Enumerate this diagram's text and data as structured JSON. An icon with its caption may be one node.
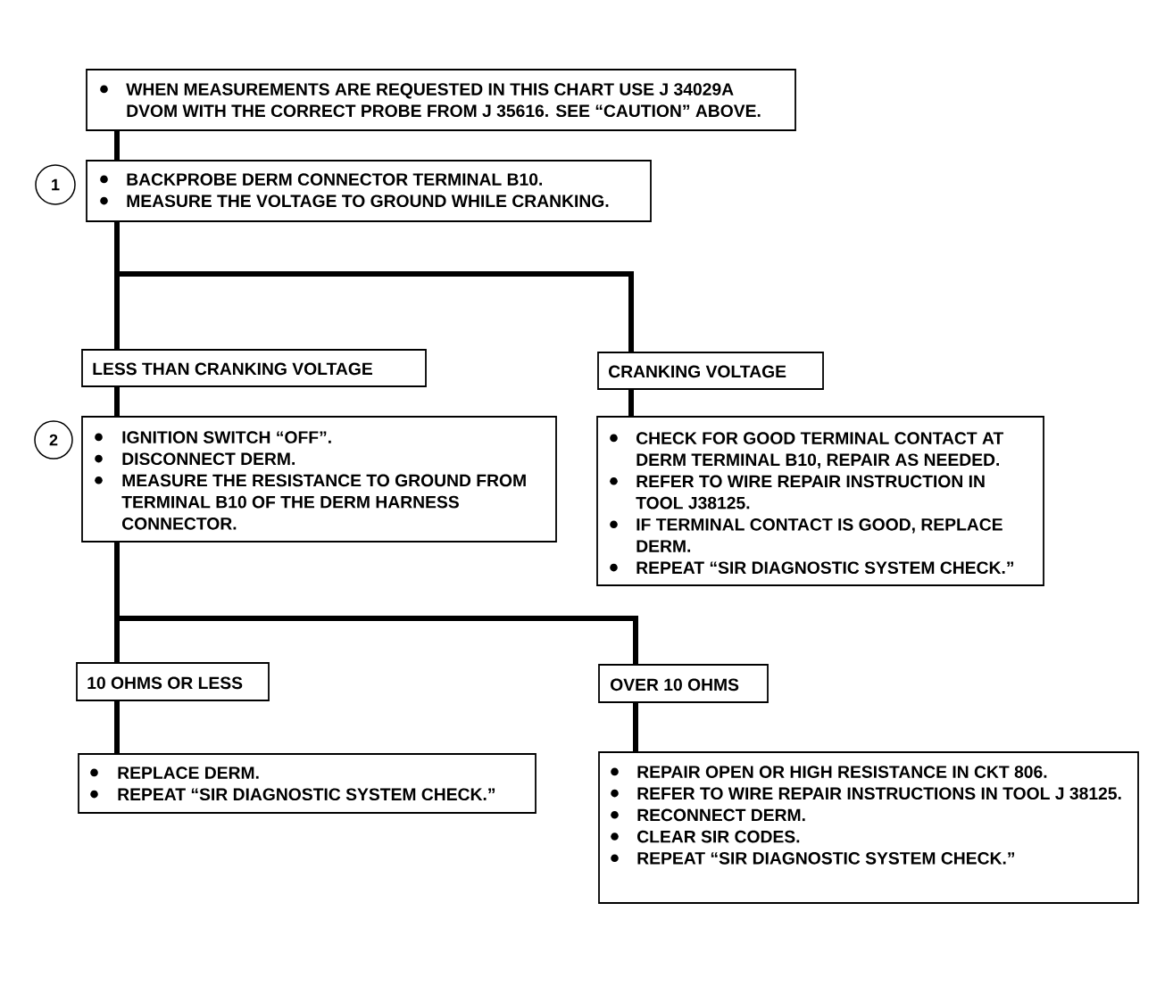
{
  "diagram": {
    "nodes": [
      {
        "text": [
          "WHEN MEASUREMENTS ARE REQUESTED IN THIS CHART USE J 34029A DVOM WITH THE CORRECT PROBE FROM J 35616. SEE “CAUTION” ABOVE."
        ]
      },
      {
        "text": [
          "BACKPROBE DERM CONNECTOR TERMINAL B10.",
          "MEASURE THE VOLTAGE TO GROUND WHILE CRANKING."
        ],
        "beside": [
          "1"
        ]
      },
      {
        "text": [
          "LESS THAN CRANKING VOLTAGE"
        ]
      },
      {
        "text": [
          "CRANKING VOLTAGE"
        ]
      },
      {
        "text": [
          "IGNITION SWITCH “OFF”.",
          "DISCONNECT DERM.",
          "MEASURE THE RESISTANCE TO GROUND FROM TERMINAL B10 OF THE DERM HARNESS CONNECTOR."
        ],
        "beside": [
          "2"
        ]
      },
      {
        "text": [
          "CHECK FOR GOOD TERMINAL CONTACT AT DERM TERMINAL B10, REPAIR AS NEEDED.",
          "REFER TO WIRE REPAIR INSTRUCTION IN TOOL J38125.",
          "IF TERMINAL CONTACT IS GOOD, REPLACE DERM.",
          "REPEAT “SIR DIAGNOSTIC SYSTEM CHECK.”"
        ]
      },
      {
        "text": [
          "10 OHMS OR LESS"
        ]
      },
      {
        "text": [
          "OVER 10 OHMS"
        ]
      },
      {
        "text": [
          "REPLACE DERM.",
          "REPEAT “SIR DIAGNOSTIC SYSTEM CHECK.”"
        ]
      },
      {
        "text": [
          "REPAIR OPEN OR HIGH RESISTANCE IN CKT 806.",
          "REFER TO WIRE REPAIR INSTRUCTIONS IN TOOL J 38125.",
          "RECONNECT DERM.",
          "CLEAR SIR CODES.",
          "REPEAT “SIR DIAGNOSTIC SYSTEM CHECK.”"
        ]
      }
    ],
    "edges": [
      {
        "from": 0,
        "to": 1,
        "arrow": "none"
      },
      {
        "from": 1,
        "to": 2,
        "arrow": "none"
      },
      {
        "from": 1,
        "to": 3,
        "arrow": "none"
      },
      {
        "from": 2,
        "to": 4,
        "arrow": "none"
      },
      {
        "from": 3,
        "to": 5,
        "arrow": "none"
      },
      {
        "from": 4,
        "to": 6,
        "arrow": "none"
      },
      {
        "from": 4,
        "to": 7,
        "arrow": "none"
      },
      {
        "from": 6,
        "to": 8,
        "arrow": "none"
      },
      {
        "from": 7,
        "to": 9,
        "arrow": "none"
      }
    ]
  }
}
